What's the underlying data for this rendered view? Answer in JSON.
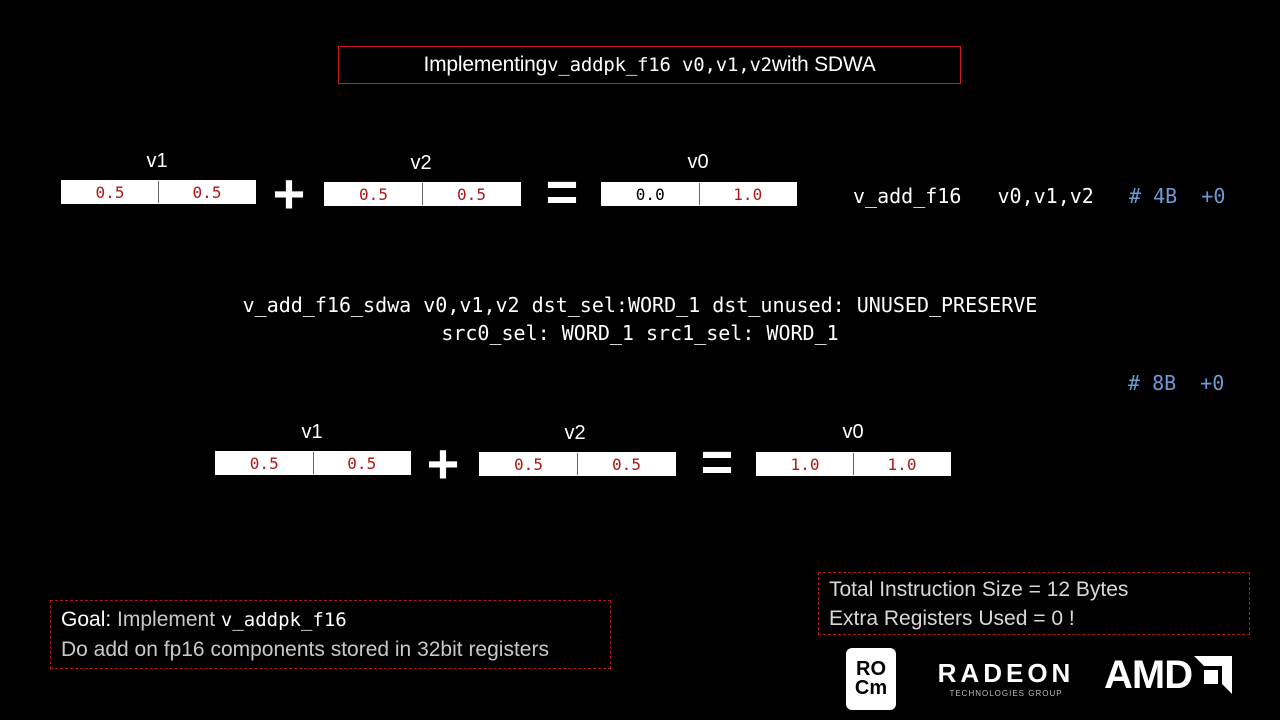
{
  "title": {
    "prefix": "Implementing ",
    "code": "v_addpk_f16  v0,v1,v2",
    "suffix": " with SDWA"
  },
  "row1": {
    "v1": {
      "label": "v1",
      "cells": [
        "0.5",
        "0.5"
      ]
    },
    "plus": "+",
    "v2": {
      "label": "v2",
      "cells": [
        "0.5",
        "0.5"
      ]
    },
    "equals": "=",
    "v0": {
      "label": "v0",
      "cells": [
        "0.0",
        "1.0"
      ]
    },
    "instruction": "v_add_f16   v0,v1,v2",
    "comment": " # 4B  +0"
  },
  "sdwa": {
    "line1": "v_add_f16_sdwa v0,v1,v2 dst_sel:WORD_1 dst_unused: UNUSED_PRESERVE",
    "line2": "src0_sel: WORD_1 src1_sel: WORD_1",
    "comment": "# 8B  +0"
  },
  "row2": {
    "v1": {
      "label": "v1",
      "cells": [
        "0.5",
        "0.5"
      ]
    },
    "plus": "+",
    "v2": {
      "label": "v2",
      "cells": [
        "0.5",
        "0.5"
      ]
    },
    "equals": "=",
    "v0": {
      "label": "v0",
      "cells": [
        "1.0",
        "1.0"
      ]
    }
  },
  "goal": {
    "label": "Goal:",
    "text": " Implement ",
    "code": "v_addpk_f16",
    "line2": "Do add on fp16 components stored in 32bit registers"
  },
  "summary": {
    "line1": "Total Instruction Size = 12 Bytes",
    "line2": "Extra Registers Used = 0 !"
  },
  "logos": {
    "rocm_top": "RO",
    "rocm_bottom": "Cm",
    "radeon": "RADEON",
    "radeon_sub": "TECHNOLOGIES GROUP",
    "amd": "AMD"
  },
  "colors": {
    "background": "#000000",
    "accent_red": "#d01c1c",
    "cell_text_red": "#b01616",
    "comment_blue": "#6d9bd6"
  }
}
